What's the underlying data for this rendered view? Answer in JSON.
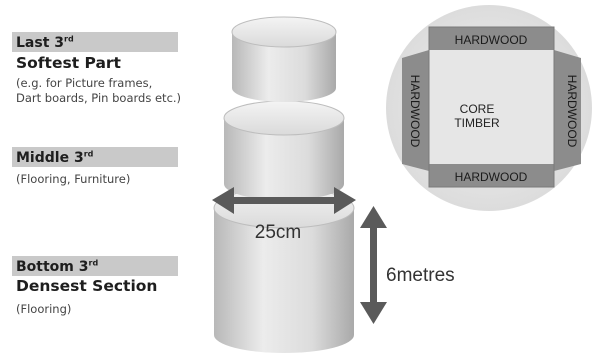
{
  "sections": [
    {
      "label": "Last 3",
      "suffix": "rd",
      "heading": "Softest Part",
      "note_lines": [
        "(e.g. for Picture frames,",
        "Dart boards, Pin boards etc.)"
      ]
    },
    {
      "label": "Middle 3",
      "suffix": "rd",
      "heading": "",
      "note_lines": [
        "(Flooring, Furniture)"
      ]
    },
    {
      "label": "Bottom 3",
      "suffix": "rd",
      "heading": "Densest Section",
      "note_lines": [
        "(Flooring)"
      ]
    }
  ],
  "trunk": {
    "diameter_label": "25cm",
    "height_label": "6metres"
  },
  "cross_section": {
    "top": "HARDWOOD",
    "bottom": "HARDWOOD",
    "left": "HARDWOOD",
    "right": "HARDWOOD",
    "core_line1": "CORE",
    "core_line2": "TIMBER"
  },
  "colors": {
    "band": "#c9c9c9",
    "arrow": "#5a5a5a",
    "hardwood": "#8c8c8c",
    "core": "#e6e6e6"
  }
}
